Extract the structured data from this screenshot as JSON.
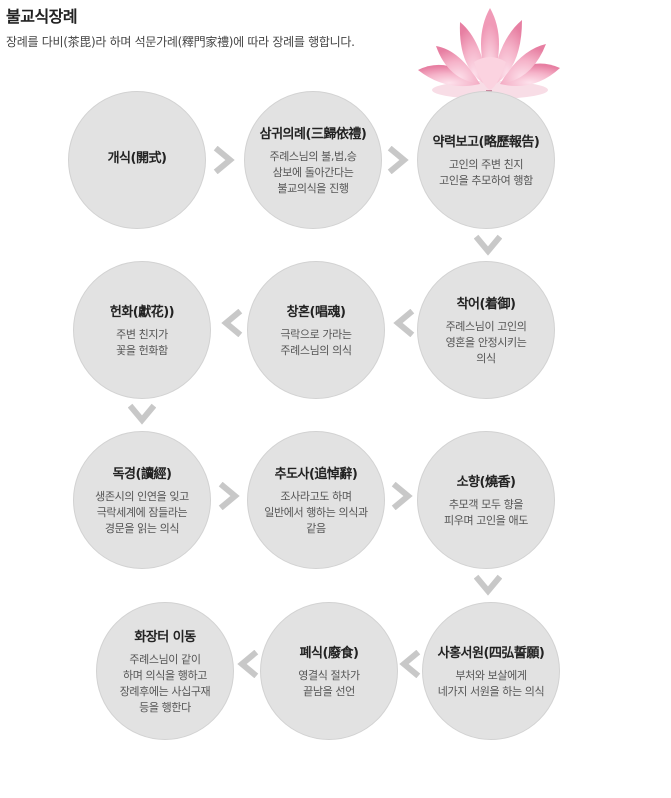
{
  "header": {
    "title": "불교식장례",
    "intro": "장례를 다비(茶毘)라 하며 석문가례(釋門家禮)에 따라 장례를 행합니다."
  },
  "colors": {
    "circle_fill": "#e2e2e2",
    "arrow": "#c8c8c8",
    "lotus_pink": "#f2a6c0"
  },
  "steps": [
    {
      "title": "개식(開式)",
      "desc": ""
    },
    {
      "title": "삼귀의례(三歸依禮)",
      "desc": "주례스님의 불,법,승\n삼보에 돌아간다는\n불교의식을 진행"
    },
    {
      "title": "약력보고(略歷報告)",
      "desc": "고인의 주변 친지\n고인을 추모하여 행함"
    },
    {
      "title": "착어(着御)",
      "desc": "주례스님이 고인의\n영혼을 안정시키는\n의식"
    },
    {
      "title": "창혼(唱魂)",
      "desc": "극락으로 가라는\n주례스님의 의식"
    },
    {
      "title": "헌화(獻花))",
      "desc": "주변 친지가\n꽃을 헌화함"
    },
    {
      "title": "독경(讀經)",
      "desc": "생존시의 인연을 잊고\n극락세계에 잠들라는\n경문을 읽는 의식"
    },
    {
      "title": "추도사(追悼辭)",
      "desc": "조사라고도 하며\n일반에서 행하는 의식과\n같음"
    },
    {
      "title": "소향(燒香)",
      "desc": "추모객 모두 향을\n피우며 고인을 애도"
    },
    {
      "title": "사홍서원(四弘誓願)",
      "desc": "부처와 보살에게\n네가지 서원을 하는 의식"
    },
    {
      "title": "폐식(廢食)",
      "desc": "영결식 절차가\n끝남을 선언"
    },
    {
      "title": "화장터 이동",
      "desc": "주례스님이 같이\n하며 의식을 행하고\n장례후에는 사십구재\n등을 행한다"
    }
  ]
}
